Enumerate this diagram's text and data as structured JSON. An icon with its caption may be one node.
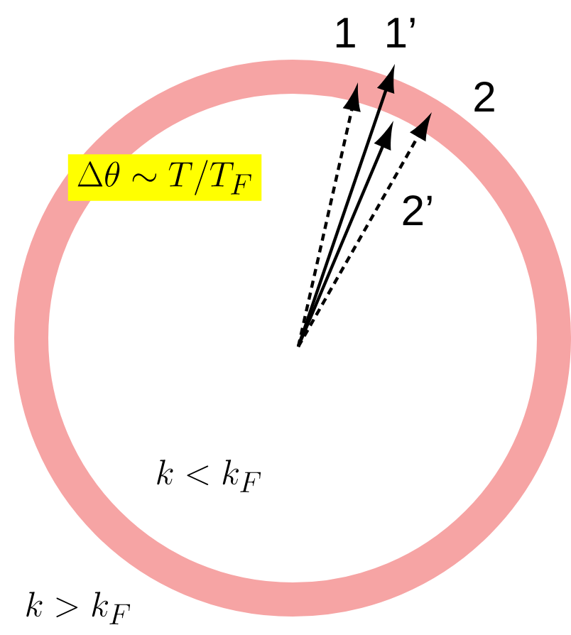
{
  "diagram": {
    "nodes": [
      {
        "text": [
          "\\Delta\\theta\\sim T/T_F"
        ]
      }
    ],
    "labels": [
      "1",
      "1’",
      "2",
      "2’",
      "k<k_F",
      "k>k_F"
    ]
  }
}
